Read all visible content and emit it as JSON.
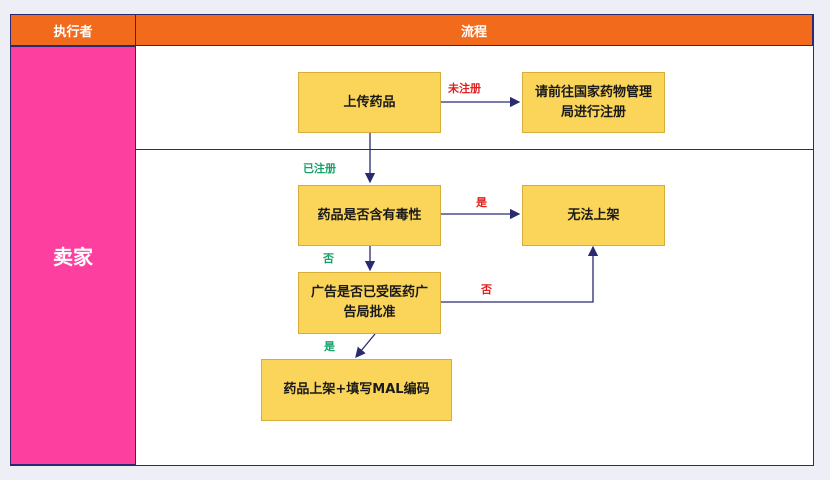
{
  "header": {
    "executor": "执行者",
    "process": "流程"
  },
  "lane": {
    "name": "卖家"
  },
  "nodes": {
    "upload": "上传药品",
    "go_register": "请前往国家药物管理局进行注册",
    "toxic": "药品是否含有毒性",
    "cannot_list": "无法上架",
    "ad_approved": "广告是否已受医药广告局批准",
    "list_mal": "药品上架+填写MAL编码"
  },
  "edges": {
    "unregistered": "未注册",
    "registered": "已注册",
    "yes_toxic": "是",
    "no_toxic": "否",
    "no_approval": "否",
    "yes_approval": "是"
  },
  "colors": {
    "header": "#f26b1d",
    "lane": "#fd3f9f",
    "box": "#fad55a",
    "line": "#2a2a70",
    "yes_no_red": "#e32020",
    "yes_no_green": "#16a36a"
  }
}
